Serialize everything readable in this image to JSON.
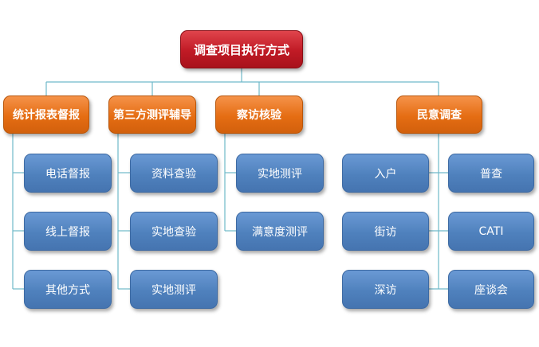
{
  "diagram": {
    "root": {
      "label": "调查项目执行方式"
    },
    "categories": [
      {
        "label": "统计报表督报",
        "children": [
          "电话督报",
          "线上督报",
          "其他方式"
        ]
      },
      {
        "label": "第三方测评辅导",
        "children": [
          "资料查验",
          "实地查验",
          "实地测评"
        ]
      },
      {
        "label": "察访核验",
        "children": [
          "实地测评",
          "满意度测评"
        ]
      },
      {
        "label": "民意调查",
        "children_left": [
          "入户",
          "街访",
          "深访"
        ],
        "children_right": [
          "普查",
          "CATI",
          "座谈会"
        ]
      }
    ]
  },
  "colors": {
    "root": "#c01a25",
    "category": "#e56d13",
    "leaf": "#4f81bd",
    "connector": "#6fb9c9"
  }
}
